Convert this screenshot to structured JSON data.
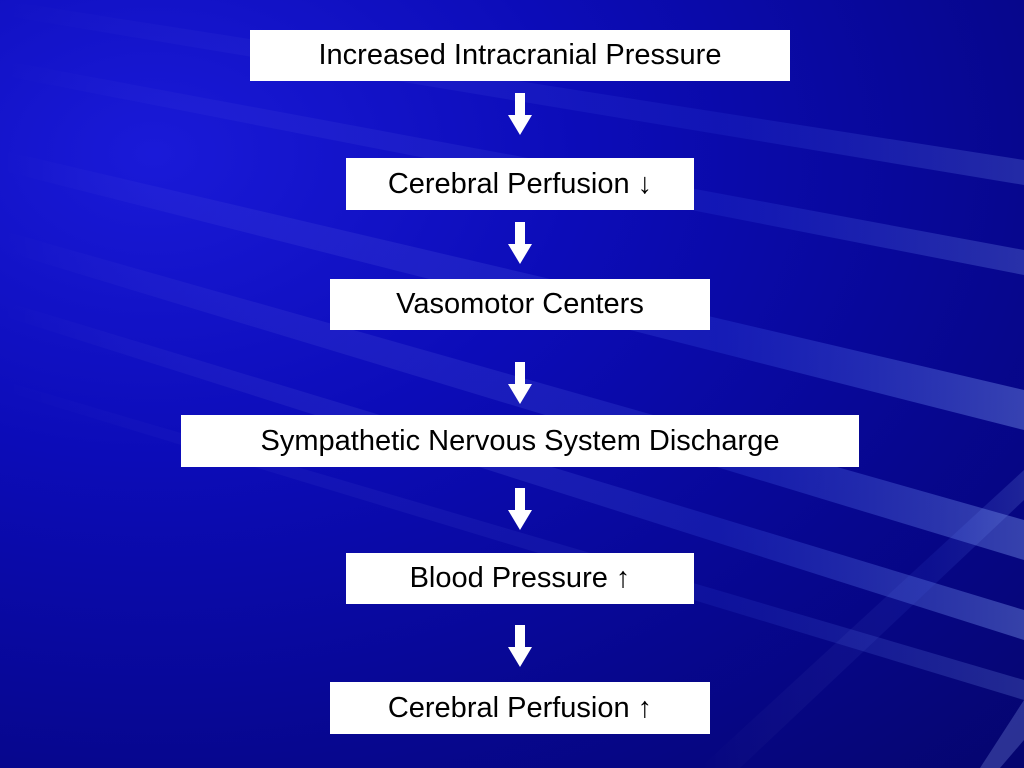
{
  "slide": {
    "background_color": "#0a0ab0",
    "box_color": "#ffffff",
    "arrow_color": "#ffffff"
  },
  "flow": {
    "steps": [
      {
        "label": "Increased Intracranial Pressure"
      },
      {
        "label": "Cerebral Perfusion ↓"
      },
      {
        "label": "Vasomotor Centers"
      },
      {
        "label": "Sympathetic Nervous System Discharge"
      },
      {
        "label": "Blood Pressure ↑"
      },
      {
        "label": "Cerebral Perfusion ↑"
      }
    ],
    "arrow_icon": "down-arrow-icon"
  }
}
